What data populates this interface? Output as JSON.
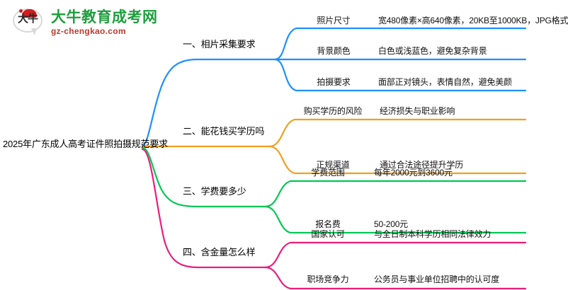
{
  "logo": {
    "mark_text": "大牛",
    "title": "大牛教育成考网",
    "subtitle": "gz-chengkao.com",
    "title_color": "#1e9e3e",
    "subtitle_color": "#c0392b",
    "mark_accent_color": "#cf1f1f"
  },
  "mindmap": {
    "root": "2025年广东成人高考证件照拍摄规范要求",
    "branches": [
      {
        "label": "一、相片采集要求",
        "color": "#1E90FF",
        "children": [
          {
            "label": "照片尺寸",
            "desc": "宽480像素×高640像素，20KB至1000KB，JPG格式"
          },
          {
            "label": "背景颜色",
            "desc": "白色或浅蓝色，避免复杂背景"
          },
          {
            "label": "拍摄要求",
            "desc": "面部正对镜头，表情自然，避免美颜"
          }
        ]
      },
      {
        "label": "二、能花钱买学历吗",
        "color": "#F0A020",
        "children": [
          {
            "label": "购买学历的风险",
            "desc": "经济损失与职业影响"
          },
          {
            "label": "正规渠道",
            "desc": "通过合法途径提升学历"
          }
        ]
      },
      {
        "label": "三、学费要多少",
        "color": "#00C853",
        "children": [
          {
            "label": "学费范围",
            "desc": "每年2000元到3600元"
          },
          {
            "label": "报名费",
            "desc": "50-200元"
          }
        ]
      },
      {
        "label": "四、含金量怎么样",
        "color": "#ED1E79",
        "children": [
          {
            "label": "国家认可",
            "desc": "与全日制本科学历相同法律效力"
          },
          {
            "label": "职场竞争力",
            "desc": "公务员与事业单位招聘中的认可度"
          }
        ]
      }
    ]
  }
}
